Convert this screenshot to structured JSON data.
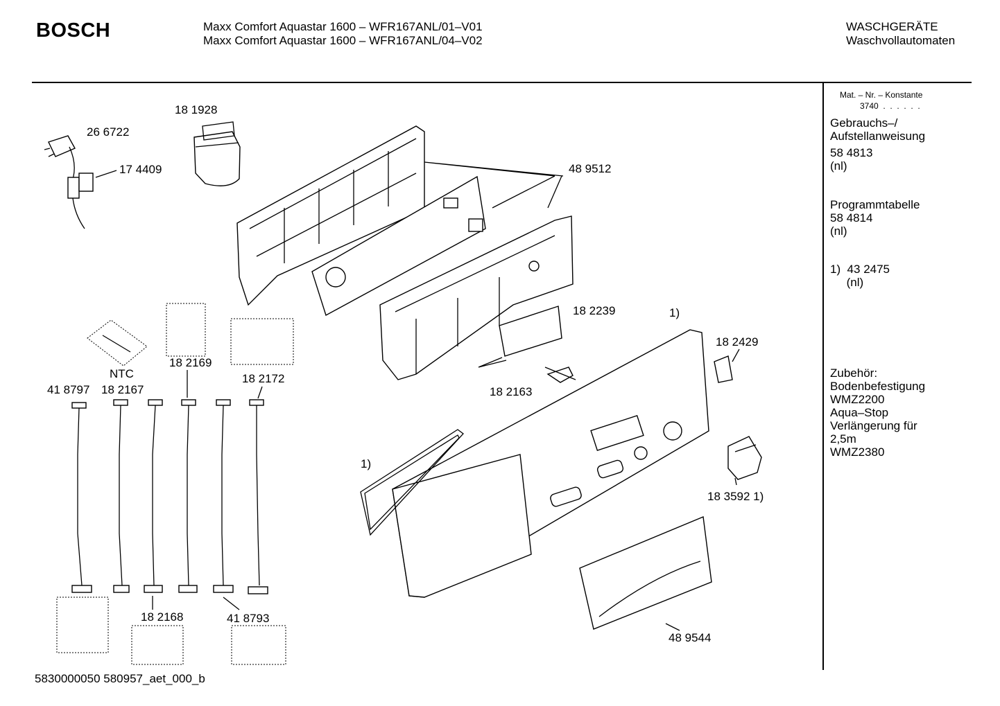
{
  "header": {
    "brand": "BOSCH",
    "model_line_1": "Maxx Comfort Aquastar 1600 – WFR167ANL/01–V01",
    "model_line_2": "Maxx Comfort Aquastar 1600 – WFR167ANL/04–V02",
    "category_line_1": "WASCHGERÄTE",
    "category_line_2": "Waschvollautomaten"
  },
  "sidebar": {
    "mat_nr_label": "Mat. – Nr. – Konstante",
    "mat_nr_value": "3740  .  .  .  .  .  .",
    "manual_title": "Gebrauchs–/\nAufstellanweisung",
    "manual_number": "58 4813\n(nl)",
    "program_table": "Programmtabelle\n58 4814\n(nl)",
    "note_1": "1)  43 2475\n     (nl)",
    "accessories": "Zubehör:\nBodenbefestigung\nWMZ2200\nAqua–Stop\nVerlängerung für\n2,5m\nWMZ2380"
  },
  "parts": {
    "p266722": "26 6722",
    "p174409": "17 4409",
    "p181928": "18 1928",
    "p489512": "48 9512",
    "p182239": "18 2239",
    "note_top": "1)",
    "p182429": "18 2429",
    "p182163": "18 2163",
    "ntc": "NTC",
    "p182169": "18 2169",
    "p182172": "18 2172",
    "p418797": "41 8797",
    "p182167": "18 2167",
    "note_left": "1)",
    "p183592": "18 3592 1)",
    "p182168": "18 2168",
    "p418793": "41 8793",
    "p489544": "48 9544"
  },
  "footer": {
    "code": "5830000050 580957_aet_000_b"
  }
}
